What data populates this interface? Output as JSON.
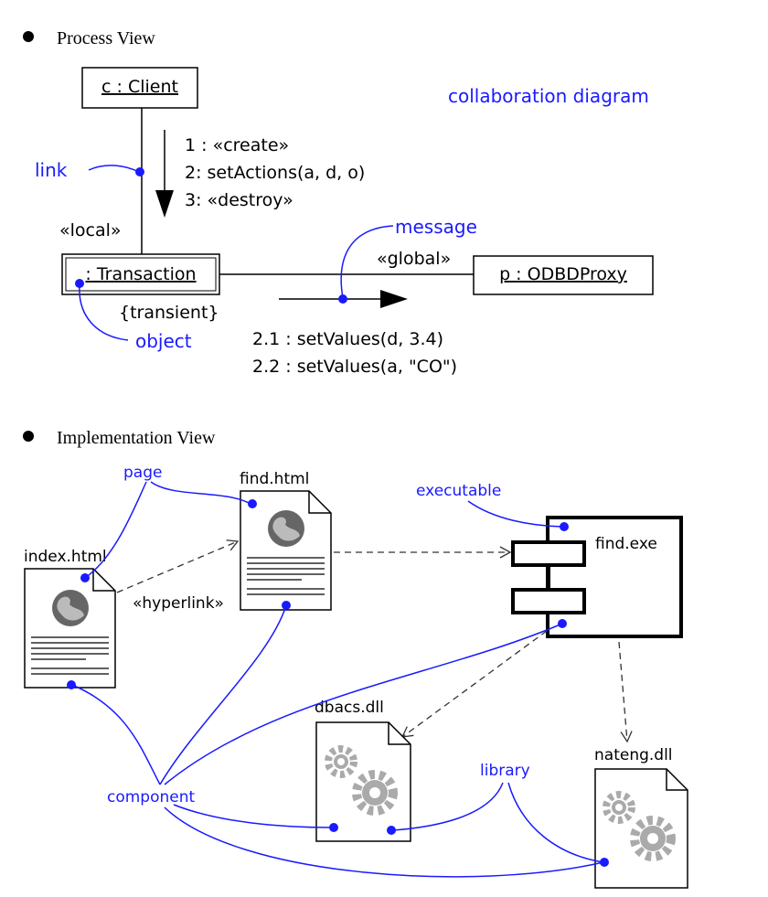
{
  "sections": {
    "process": {
      "heading": "Process View"
    },
    "implementation": {
      "heading": "Implementation View"
    }
  },
  "process_diagram": {
    "diagram_label": "collaboration diagram",
    "objects": {
      "client": "c : Client",
      "transaction": ": Transaction",
      "proxy": "p : ODBDProxy"
    },
    "stereotypes": {
      "local": "«local»",
      "global": "«global»",
      "transient": "{transient}"
    },
    "messages": [
      "1 : «create»",
      "2: setActions(a, d, o)",
      "3: «destroy»"
    ],
    "sub_messages": [
      "2.1 : setValues(d, 3.4)",
      "2.2 : setValues(a, \"CO\")"
    ],
    "annotations": {
      "link": "link",
      "message": "message",
      "object": "object"
    }
  },
  "implementation_diagram": {
    "files": {
      "index": "index.html",
      "find": "find.html",
      "exe": "find.exe",
      "dbacs": "dbacs.dll",
      "nateng": "nateng.dll"
    },
    "stereotypes": {
      "hyperlink": "«hyperlink»"
    },
    "annotations": {
      "page": "page",
      "executable": "executable",
      "component": "component",
      "library": "library"
    }
  }
}
